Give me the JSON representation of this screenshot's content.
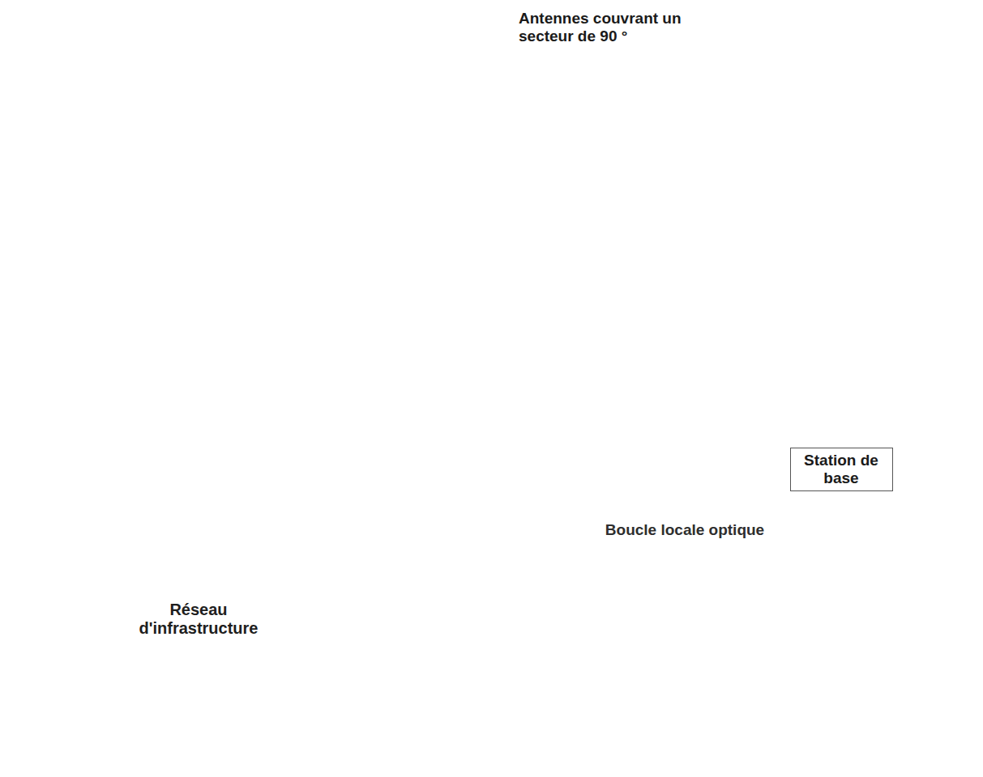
{
  "diagram": {
    "nodes": [
      {
        "text": [
          "Réseau d'infrastructure"
        ]
      },
      {
        "text": [
          "Boucle locale optique"
        ]
      },
      {
        "text": [
          "Station de base"
        ]
      }
    ],
    "labels": [
      "Antennes couvrant un secteur de 90 °"
    ]
  }
}
